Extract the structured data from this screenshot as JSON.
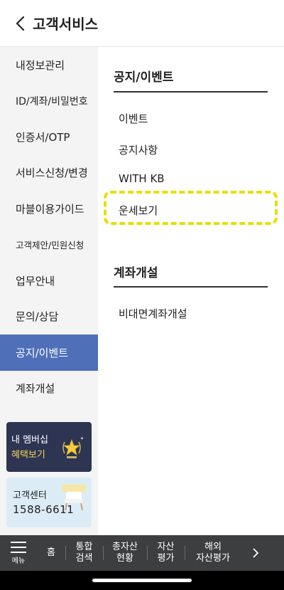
{
  "header": {
    "title": "고객서비스"
  },
  "sidebar": {
    "items": [
      {
        "label": "내정보관리"
      },
      {
        "label": "ID/계좌/비밀번호"
      },
      {
        "label": "인증서/OTP"
      },
      {
        "label": "서비스신청/변경"
      },
      {
        "label": "마블이용가이드"
      },
      {
        "label": "고객제안/민원신청"
      },
      {
        "label": "업무안내"
      },
      {
        "label": "문의/상담"
      },
      {
        "label": "공지/이벤트"
      },
      {
        "label": "계좌개설"
      }
    ],
    "active_index": 8,
    "member_card": {
      "line1": "내 멤버십",
      "line2": "혜택보기"
    },
    "cs_card": {
      "line1": "고객센터",
      "phone": "1588-6611"
    }
  },
  "content": {
    "sections": [
      {
        "title": "공지/이벤트",
        "items": [
          {
            "label": "이벤트"
          },
          {
            "label": "공지사항"
          },
          {
            "label": "WITH KB"
          },
          {
            "label": "운세보기"
          }
        ]
      },
      {
        "title": "계좌개설",
        "items": [
          {
            "label": "비대면계좌개설"
          }
        ]
      }
    ],
    "highlighted_item": "운세보기",
    "highlight_color": "#e6e000"
  },
  "bottom_nav": {
    "menu_label": "메뉴",
    "items": [
      {
        "label": "홈"
      },
      {
        "label": "통합\n검색"
      },
      {
        "label": "총자산\n현황"
      },
      {
        "label": "자산\n평가"
      },
      {
        "label": "해외\n자산평가"
      }
    ]
  },
  "colors": {
    "active_item": "#4f6fb9",
    "bottom_nav_bg": "#3d3e40",
    "member_card_bg": "#2d3552",
    "cs_card_bg": "#dcecf6"
  }
}
